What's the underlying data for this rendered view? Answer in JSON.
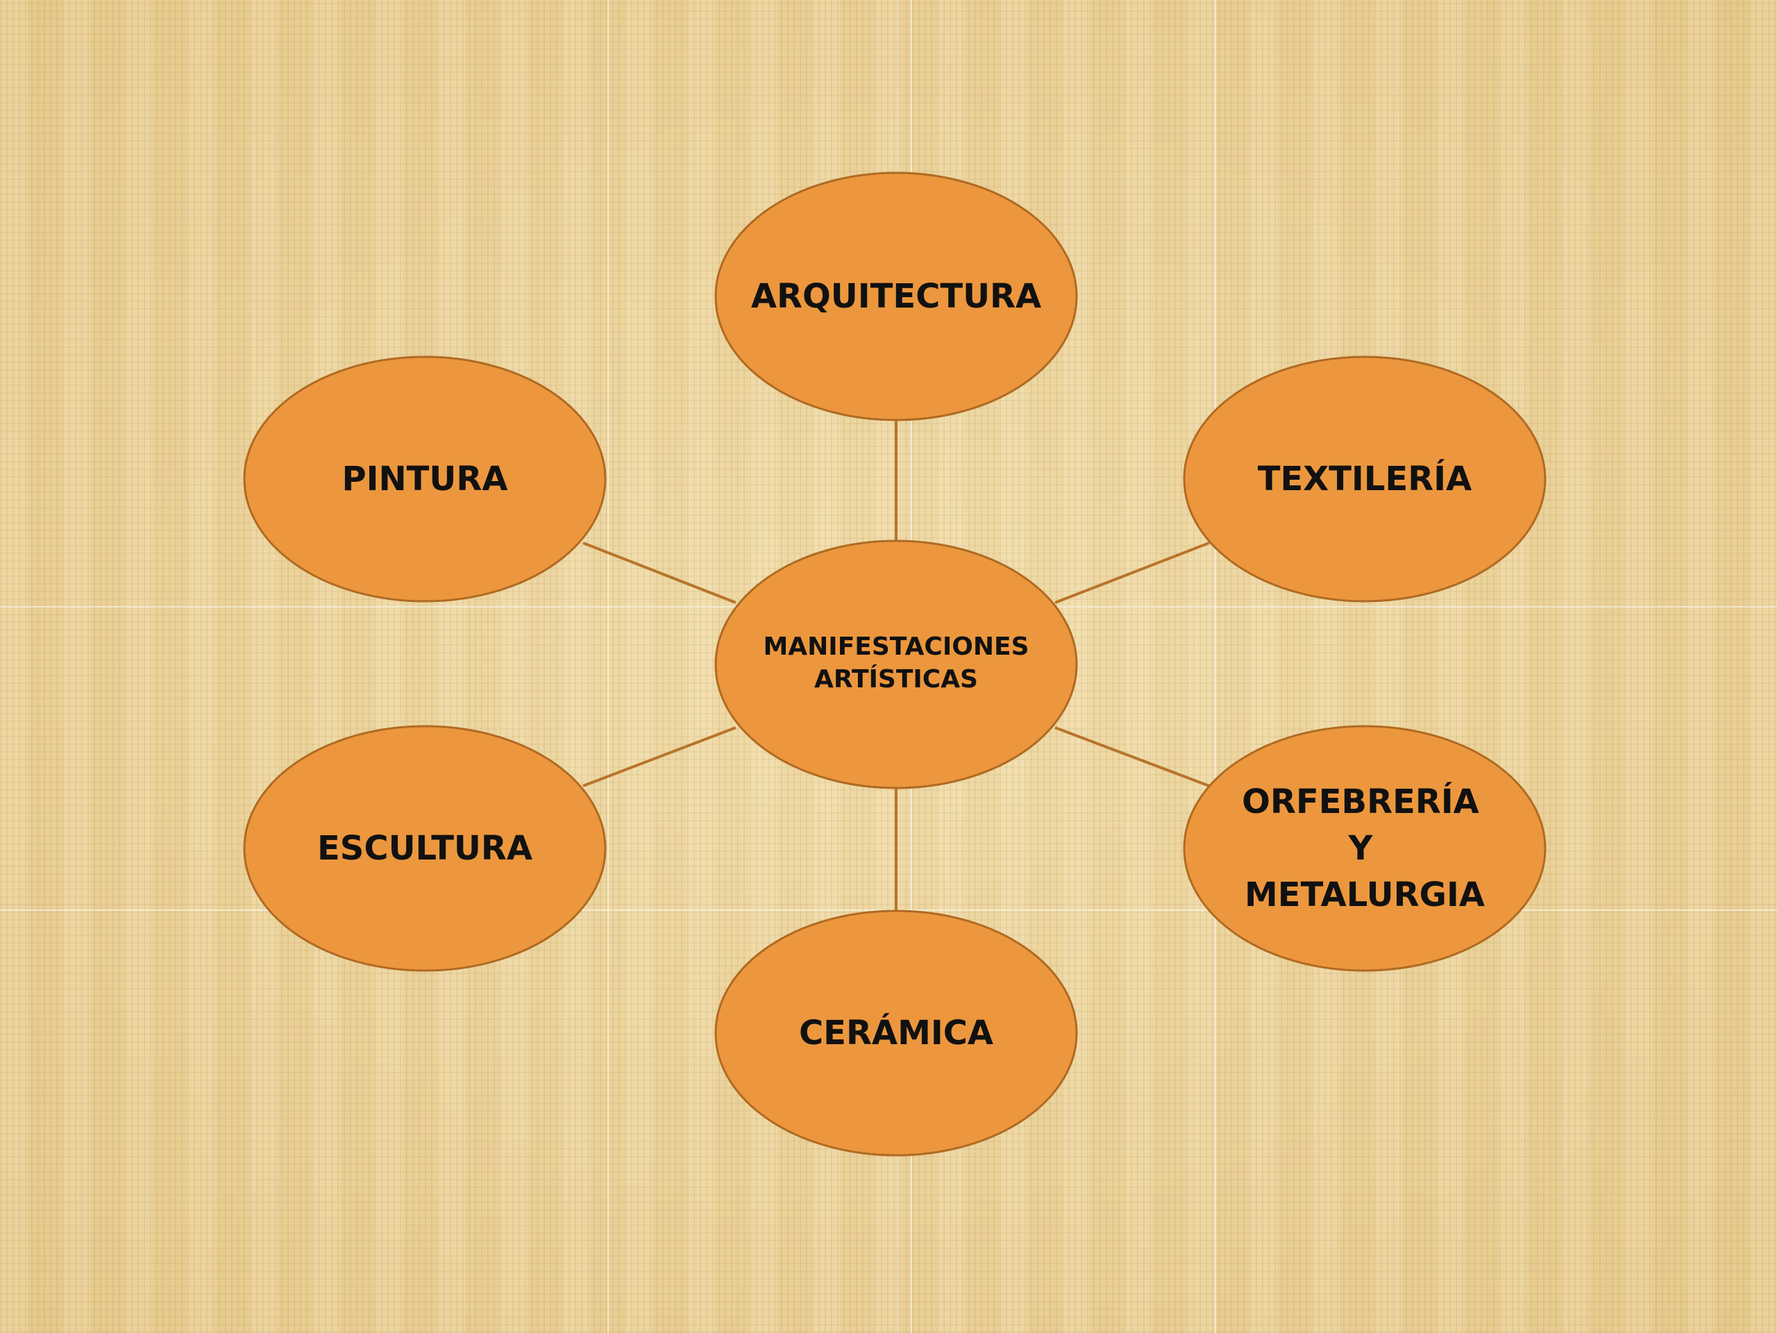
{
  "diagram": {
    "center": {
      "line1": "MANIFESTACIONES",
      "line2": "ARTÍSTICAS"
    },
    "nodes": {
      "arquitectura": "ARQUITECTURA",
      "pintura": "PINTURA",
      "textileria": "TEXTILERÍA",
      "escultura": "ESCULTURA",
      "orfebreria": [
        "ORFEBRERÍA",
        "Y",
        "METALURGIA"
      ],
      "ceramica": "CERÁMICA"
    },
    "colors": {
      "node_fill": "#ec973e",
      "node_stroke": "#b06a22",
      "connector": "#b8742a",
      "background": "#ecd49e"
    }
  }
}
